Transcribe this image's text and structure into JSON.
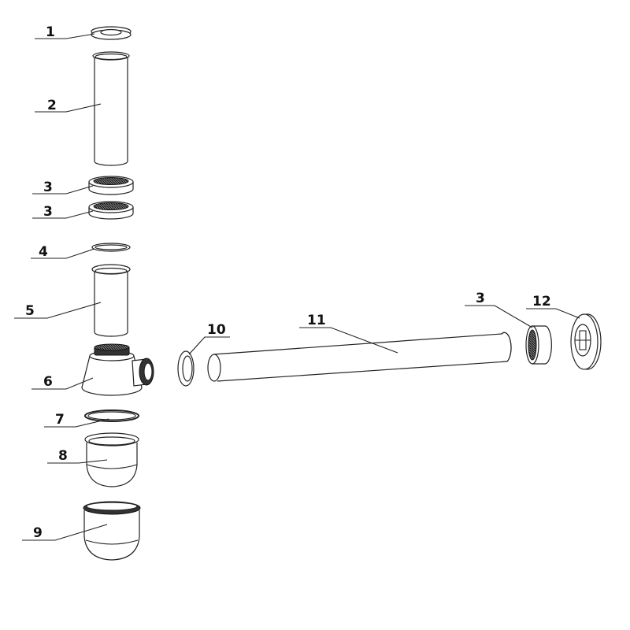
{
  "labels": {
    "p1": "1",
    "p2": "2",
    "p3a": "3",
    "p3b": "3",
    "p4": "4",
    "p5": "5",
    "p6": "6",
    "p7": "7",
    "p8": "8",
    "p9": "9",
    "p10": "10",
    "p11": "11",
    "p3c": "3",
    "p12": "12"
  }
}
